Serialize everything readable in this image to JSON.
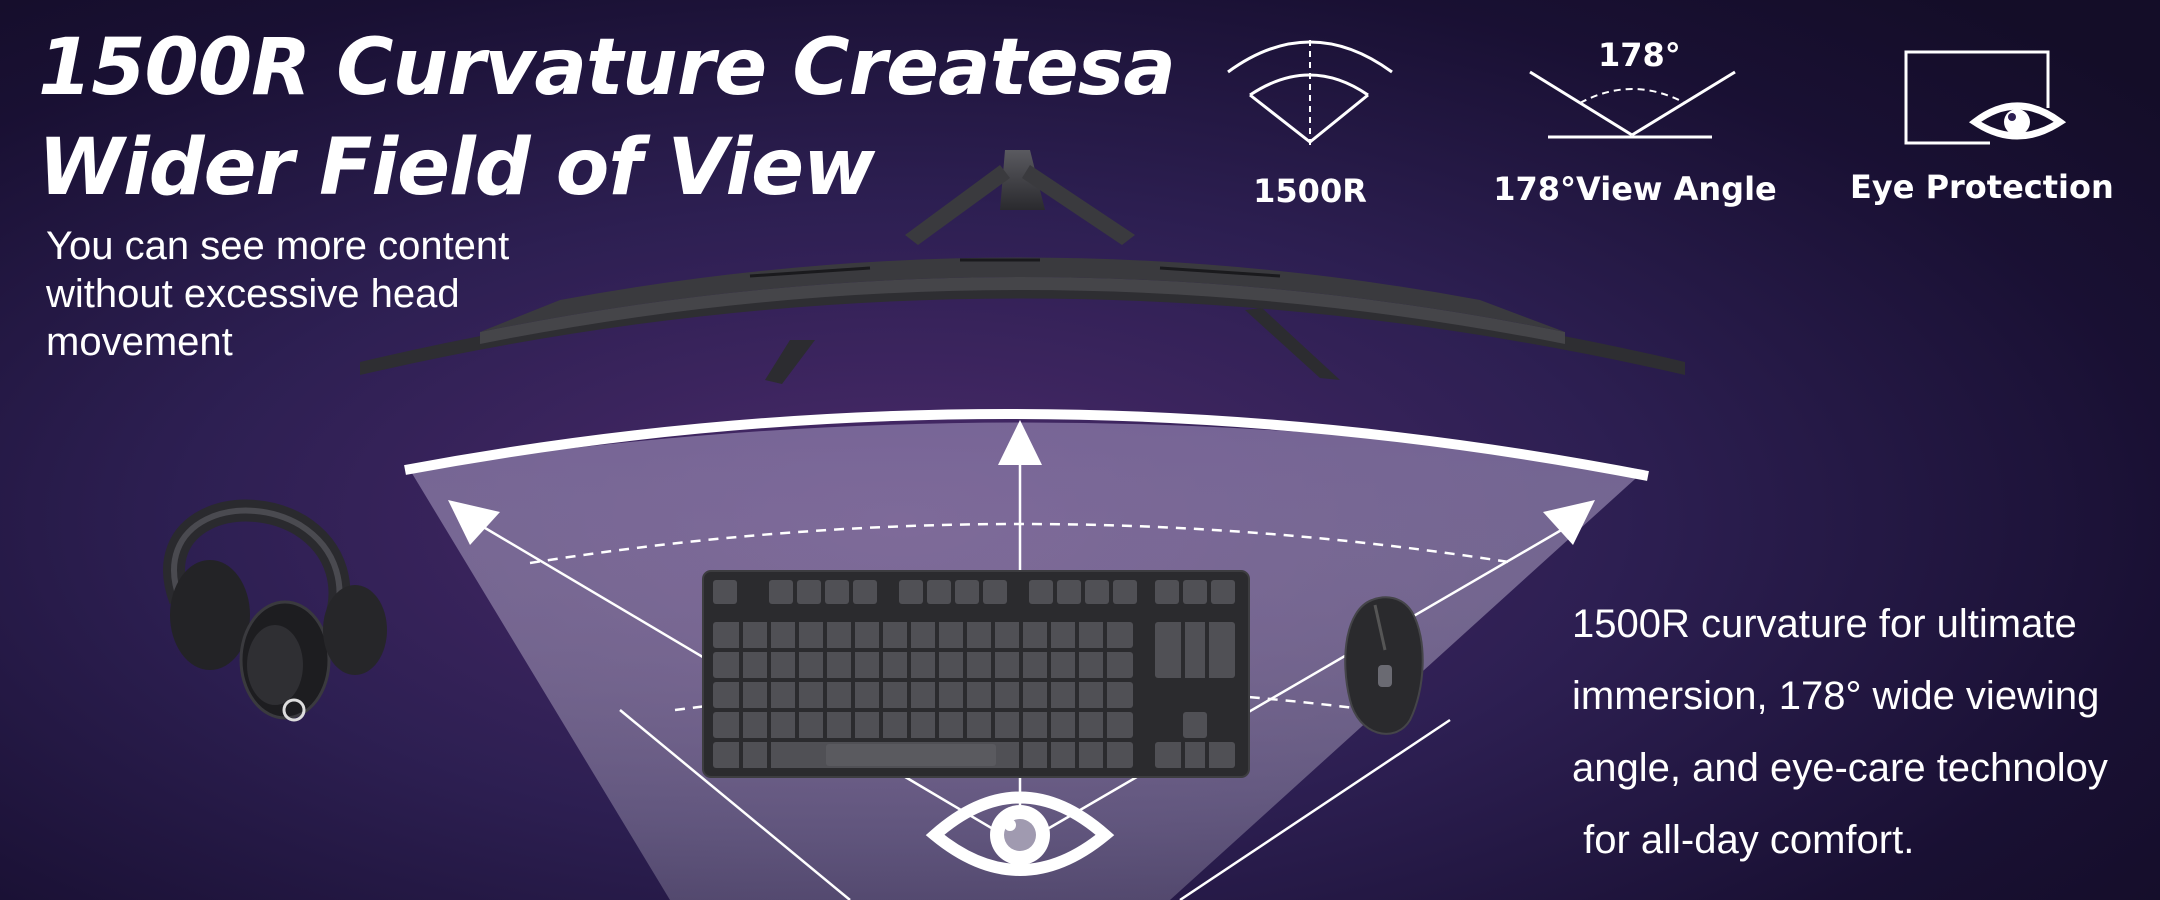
{
  "headline": {
    "line1": "1500R Curvature Createsa",
    "line2": "Wider Field of View"
  },
  "subtext": {
    "line1": "You can see more content",
    "line2": "without excessive head",
    "line3": "movement"
  },
  "features": [
    {
      "label": "1500R",
      "icon": "curvature-icon"
    },
    {
      "label": "178°View Angle",
      "icon": "view-angle-icon",
      "value": "178°"
    },
    {
      "label": "Eye Protection",
      "icon": "eye-protection-icon"
    }
  ],
  "body_copy": {
    "line1": "1500R curvature for ultimate",
    "line2": "immersion, 178° wide viewing",
    "line3": "angle, and eye-care technoloy",
    "line4": " for all-day comfort."
  },
  "colors": {
    "background_dark": "#191033",
    "background_purple": "#4a2a6a",
    "text": "#ffffff",
    "monitor": "#3a3a3e"
  },
  "illustration": {
    "monitor": "curved-monitor",
    "keyboard": "mechanical-keyboard",
    "mouse": "gaming-mouse",
    "headphones": "headphones",
    "viewer": "eye-icon"
  }
}
